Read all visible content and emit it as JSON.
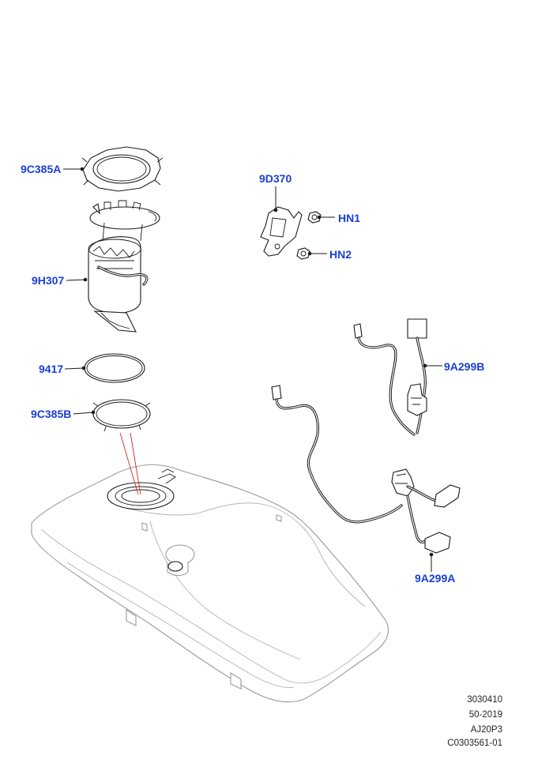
{
  "callouts": {
    "c9c385a": "9C385A",
    "c9h307": "9H307",
    "c9417": "9417",
    "c9c385b": "9C385B",
    "c9d370": "9D370",
    "hn1": "HN1",
    "hn2": "HN2",
    "c9a299b": "9A299B",
    "c9a299a": "9A299A"
  },
  "meta": {
    "line1": "3030410",
    "line2": "50-2019",
    "line3": "AJ20P3",
    "line4": "C0303561-01"
  },
  "colors": {
    "callout": "#1a3fd6",
    "line": "#1a1a1a",
    "tank_outline": "#9a9a9a",
    "guide_line": "#d42a2a"
  }
}
